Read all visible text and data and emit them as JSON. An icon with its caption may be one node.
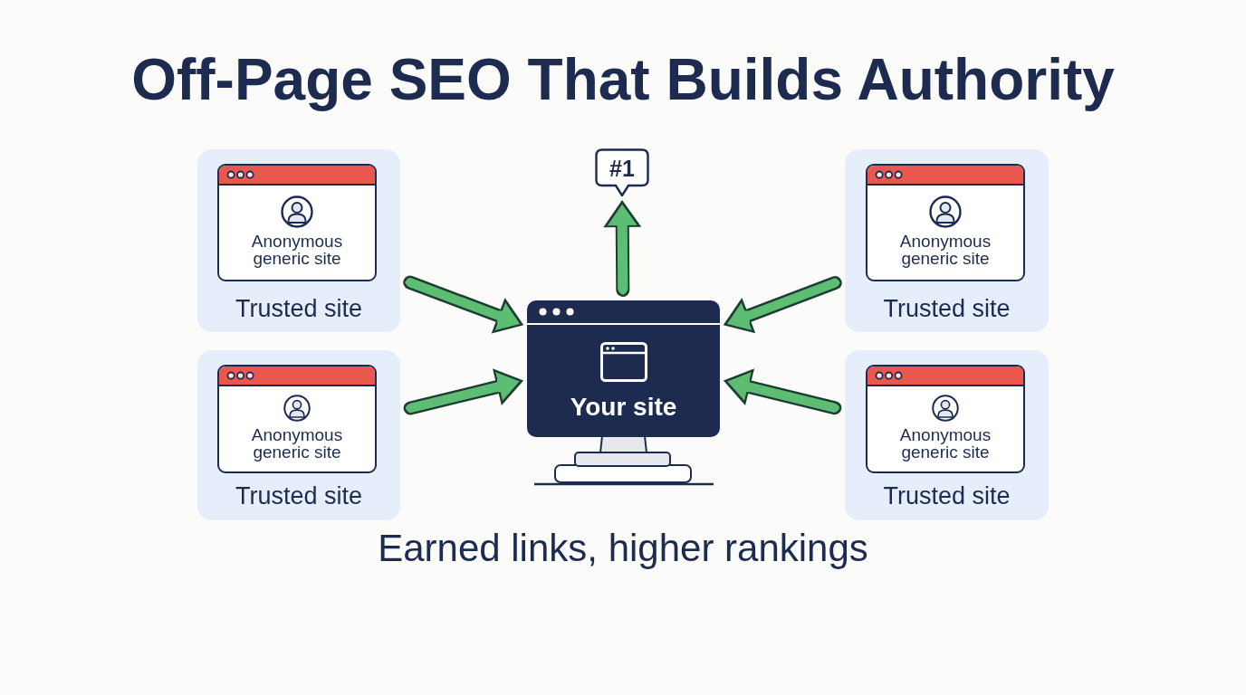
{
  "diagram": {
    "title": "Off-Page SEO That Builds Authority",
    "caption": "Earned links, higher rankings",
    "nodes": [
      {
        "text": [
          "Trusted site"
        ]
      },
      {
        "text": [
          "Anonymous generic site"
        ],
        "in": 0
      },
      {
        "text": [
          "#1"
        ]
      },
      {
        "text": [
          "Trusted site"
        ]
      },
      {
        "text": [
          "Anonymous generic site"
        ],
        "in": 3
      },
      {
        "text": [
          "Your site"
        ]
      },
      {
        "text": [
          "Trusted site"
        ]
      },
      {
        "text": [
          "Anonymous generic site"
        ],
        "in": 6
      },
      {
        "text": [
          "Trusted site"
        ]
      },
      {
        "text": [
          "Anonymous generic site"
        ],
        "in": 8
      }
    ],
    "edges": [
      {
        "from": 0,
        "to": 5,
        "arrow": "to"
      },
      {
        "from": 5,
        "to": 2,
        "arrow": "to"
      },
      {
        "from": 3,
        "to": 5,
        "arrow": "to"
      },
      {
        "from": 6,
        "to": 5,
        "arrow": "to"
      },
      {
        "from": 8,
        "to": 5,
        "arrow": "to"
      }
    ]
  }
}
